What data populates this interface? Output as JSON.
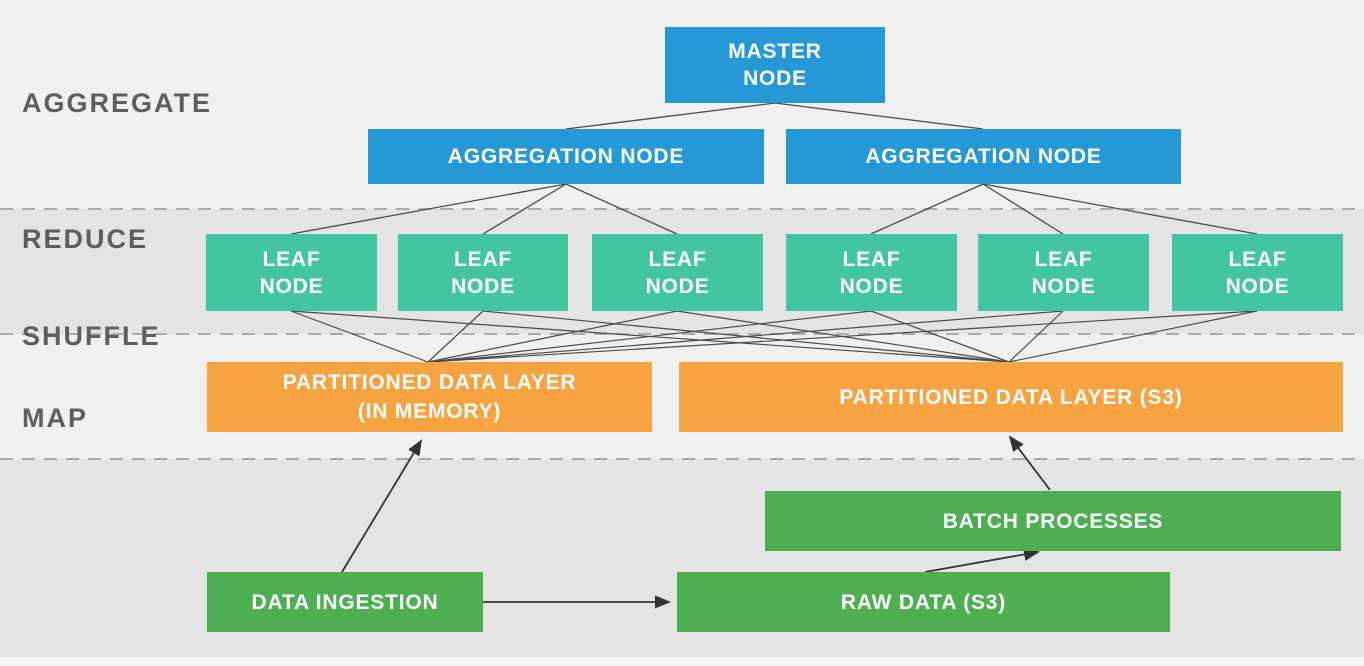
{
  "stages": [
    {
      "label": "AGGREGATE"
    },
    {
      "label": "REDUCE"
    },
    {
      "label": "SHUFFLE"
    },
    {
      "label": "MAP"
    }
  ],
  "nodes": {
    "master": {
      "line1": "MASTER",
      "line2": "NODE"
    },
    "aggregation_1": {
      "label": "AGGREGATION NODE"
    },
    "aggregation_2": {
      "label": "AGGREGATION NODE"
    },
    "leaves": [
      {
        "line1": "LEAF",
        "line2": "NODE"
      },
      {
        "line1": "LEAF",
        "line2": "NODE"
      },
      {
        "line1": "LEAF",
        "line2": "NODE"
      },
      {
        "line1": "LEAF",
        "line2": "NODE"
      },
      {
        "line1": "LEAF",
        "line2": "NODE"
      },
      {
        "line1": "LEAF",
        "line2": "NODE"
      }
    ],
    "partitioned_memory": {
      "line1": "PARTITIONED DATA LAYER",
      "line2": "(IN MEMORY)"
    },
    "partitioned_s3": {
      "label": "PARTITIONED DATA LAYER (S3)"
    },
    "batch": {
      "label": "BATCH PROCESSES"
    },
    "ingestion": {
      "label": "DATA INGESTION"
    },
    "raw": {
      "label": "RAW DATA (S3)"
    }
  },
  "colors": {
    "node_blue": "#2598d5",
    "node_teal": "#43c69d",
    "node_orange": "#f6a442",
    "node_green": "#4daf51",
    "stage_label_gray": "#5e5e5e",
    "connector_gray": "#4a4a4a"
  },
  "connections": [
    {
      "from": "master-node",
      "to": "aggregation-node-1"
    },
    {
      "from": "master-node",
      "to": "aggregation-node-2"
    },
    {
      "from": "aggregation-node-1",
      "to": "leaf-node-1"
    },
    {
      "from": "aggregation-node-1",
      "to": "leaf-node-2"
    },
    {
      "from": "aggregation-node-1",
      "to": "leaf-node-3"
    },
    {
      "from": "aggregation-node-2",
      "to": "leaf-node-4"
    },
    {
      "from": "aggregation-node-2",
      "to": "leaf-node-5"
    },
    {
      "from": "aggregation-node-2",
      "to": "leaf-node-6"
    },
    {
      "from": "leaf-node-1",
      "to": "partitioned-data-layer-memory"
    },
    {
      "from": "leaf-node-2",
      "to": "partitioned-data-layer-memory"
    },
    {
      "from": "leaf-node-3",
      "to": "partitioned-data-layer-memory"
    },
    {
      "from": "leaf-node-4",
      "to": "partitioned-data-layer-memory"
    },
    {
      "from": "leaf-node-5",
      "to": "partitioned-data-layer-memory"
    },
    {
      "from": "leaf-node-6",
      "to": "partitioned-data-layer-memory"
    },
    {
      "from": "leaf-node-1",
      "to": "partitioned-data-layer-s3"
    },
    {
      "from": "leaf-node-2",
      "to": "partitioned-data-layer-s3"
    },
    {
      "from": "leaf-node-3",
      "to": "partitioned-data-layer-s3"
    },
    {
      "from": "leaf-node-4",
      "to": "partitioned-data-layer-s3"
    },
    {
      "from": "leaf-node-5",
      "to": "partitioned-data-layer-s3"
    },
    {
      "from": "leaf-node-6",
      "to": "partitioned-data-layer-s3"
    },
    {
      "from": "data-ingestion",
      "to": "partitioned-data-layer-memory",
      "arrow": true
    },
    {
      "from": "data-ingestion",
      "to": "raw-data-s3",
      "arrow": true
    },
    {
      "from": "raw-data-s3",
      "to": "batch-processes",
      "arrow": true
    },
    {
      "from": "batch-processes",
      "to": "partitioned-data-layer-s3",
      "arrow": true
    }
  ]
}
